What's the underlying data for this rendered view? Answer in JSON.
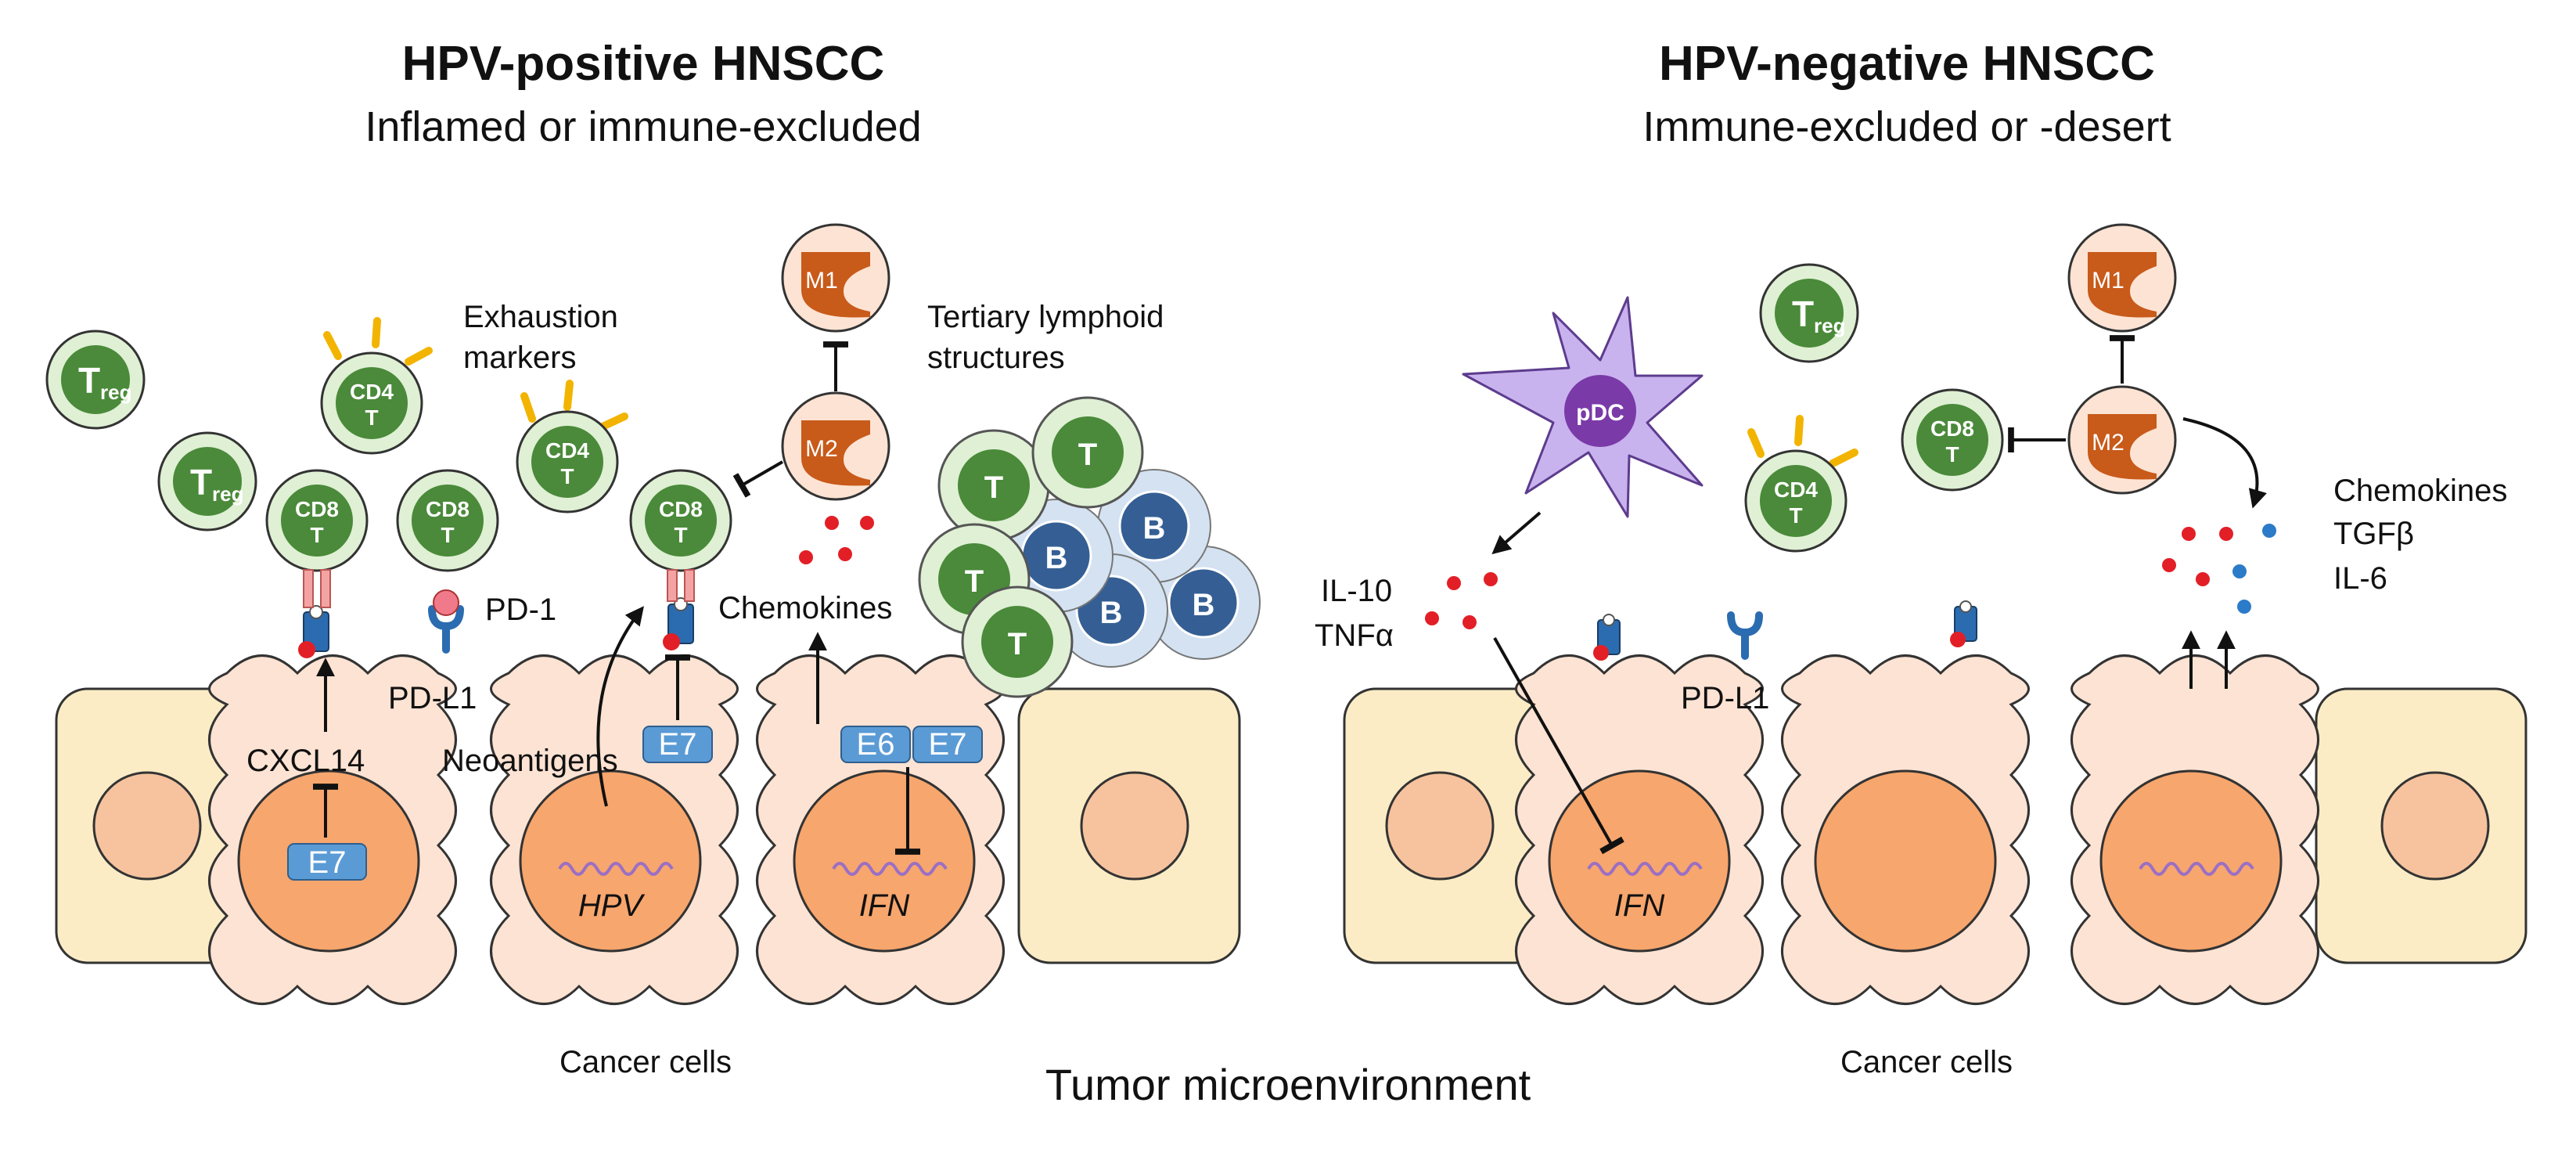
{
  "panels": {
    "left": {
      "title": "HPV-positive HNSCC",
      "subtitle": "Inflamed or immune-excluded",
      "labels": {
        "exhaustion_1": "Exhaustion",
        "exhaustion_2": "markers",
        "tls_1": "Tertiary lymphoid",
        "tls_2": "structures",
        "pd1": "PD-1",
        "pdl1": "PD-L1",
        "cxcl14": "CXCL14",
        "neoantigens": "Neoantigens",
        "chemokines": "Chemokines",
        "cancer_cells": "Cancer cells"
      },
      "genes": {
        "hpv": "HPV",
        "ifn": "IFN"
      }
    },
    "right": {
      "title": "HPV-negative HNSCC",
      "subtitle": "Immune-excluded or -desert",
      "labels": {
        "il10": "IL-10",
        "tnfa": "TNFα",
        "pdl1": "PD-L1",
        "chemokines": "Chemokines",
        "tgfb": "TGFβ",
        "il6": "IL-6",
        "cancer_cells": "Cancer cells"
      },
      "genes": {
        "ifn": "IFN"
      }
    }
  },
  "footer": "Tumor microenvironment",
  "cell_labels": {
    "treg_main": "T",
    "treg_sub": "reg",
    "cd4": "CD4",
    "cd8": "CD8",
    "t": "T",
    "b": "B",
    "m1": "M1",
    "m2": "M2",
    "pdc": "pDC"
  },
  "proteins": {
    "e6": "E6",
    "e7": "E7"
  },
  "colors": {
    "cancer_cell": "#fde3d3",
    "nucleus": "#f7a66d",
    "stroma": "#fbecc6",
    "t_cell_outer": "#dff0d4",
    "t_cell_inner": "#4a8a3a",
    "b_cell_outer": "#d4e2f2",
    "b_cell_inner": "#355f94",
    "macrophage_outer": "#fde3d3",
    "macrophage_inner": "#c85a1a",
    "pdc": "#c9b3ee",
    "pdc_nucleus": "#7a3aa8",
    "oncoprotein": "#5b9bd5",
    "chemokine_red": "#e21f26",
    "chemokine_blue": "#2b7bc8",
    "exhaustion_marker": "#f2b400"
  }
}
